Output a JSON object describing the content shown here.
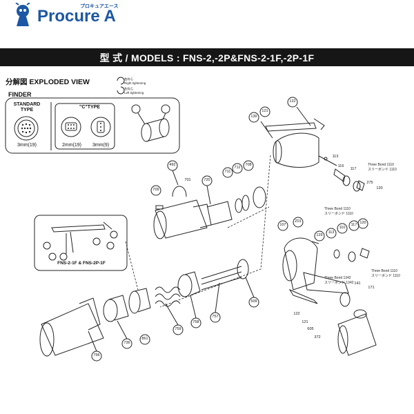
{
  "brand": {
    "name": "Procure A",
    "kana": "プロキュアエース",
    "color": "#1c57a5"
  },
  "models_banner": "型 式 / MODELS : FNS-2,-2P&FNS-2-1F,-2P-1F",
  "exploded_header": "分解図 EXPLODED VIEW",
  "rotation_legend": {
    "right": "右ねじ",
    "right_en": "Right tightening",
    "left": "左ねじ",
    "left_en": "Left tightening"
  },
  "finder": {
    "label": "FINDER",
    "standard_type": "STANDARD TYPE",
    "standard_size": "3mm(19)",
    "c_type": "\"C\"TYPE",
    "c_size_1": "2mm(19)",
    "c_size_2": "3mm(9)"
  },
  "inset_caption": "FNS-2-1F & FNS-2P-1F",
  "thread_notes": [
    {
      "line1": "Three Bond 1110",
      "line2": "スリーボンド 1110"
    },
    {
      "line1": "Three Bond 1110",
      "line2": "スリーボンド 1110"
    },
    {
      "line1": "Three Bond 1110",
      "line2": "スリーボンド 1110"
    },
    {
      "line1": "Three Bond 1342",
      "line2": "スリーボンド 1342"
    }
  ],
  "part_numbers": {
    "p130": "130",
    "p121a": "121",
    "p122a": "122",
    "p113": "113",
    "p116": "116",
    "p117a": "117",
    "p120a": "120",
    "p275": "275",
    "p492": "492",
    "p701": "701",
    "p720": "720",
    "p711": "711",
    "p712": "712",
    "p708": "708",
    "p709": "709",
    "p107": "107",
    "pZ01": "Z01",
    "p129": "129",
    "p113b": "113",
    "p110": "110",
    "p117b": "117",
    "p120b": "120",
    "p141": "141",
    "p171": "171",
    "p122b": "122",
    "p121b": "121",
    "p605": "605",
    "p372": "372",
    "p509": "509",
    "p757": "757",
    "p758": "758",
    "p759": "759",
    "p861": "861",
    "p736": "736",
    "p756": "756"
  }
}
